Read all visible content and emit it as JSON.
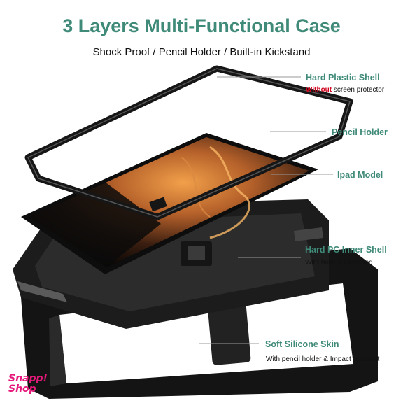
{
  "heading": {
    "title": "3 Layers Multi-Functional Case",
    "subtitle": "Shock Proof / Pencil Holder / Built-in Kickstand"
  },
  "callouts": [
    {
      "label": "Hard Plastic Shell",
      "note_warn": "Without",
      "note_rest": " screen protector"
    },
    {
      "label": "Pencil Holder"
    },
    {
      "label": "Ipad Model"
    },
    {
      "label": "Hard PC Inner Shell",
      "note": "With built-in kickstand"
    },
    {
      "label": "Soft Silicone Skin",
      "note": "With pencil holder & Impact resistant"
    }
  ],
  "logo": {
    "line1": "Snapp!",
    "line2": "Shop"
  },
  "colors": {
    "accent": "#3f8a78",
    "warning": "#d0021b",
    "logo": "#e6197a",
    "case": "#1b1b1b"
  }
}
